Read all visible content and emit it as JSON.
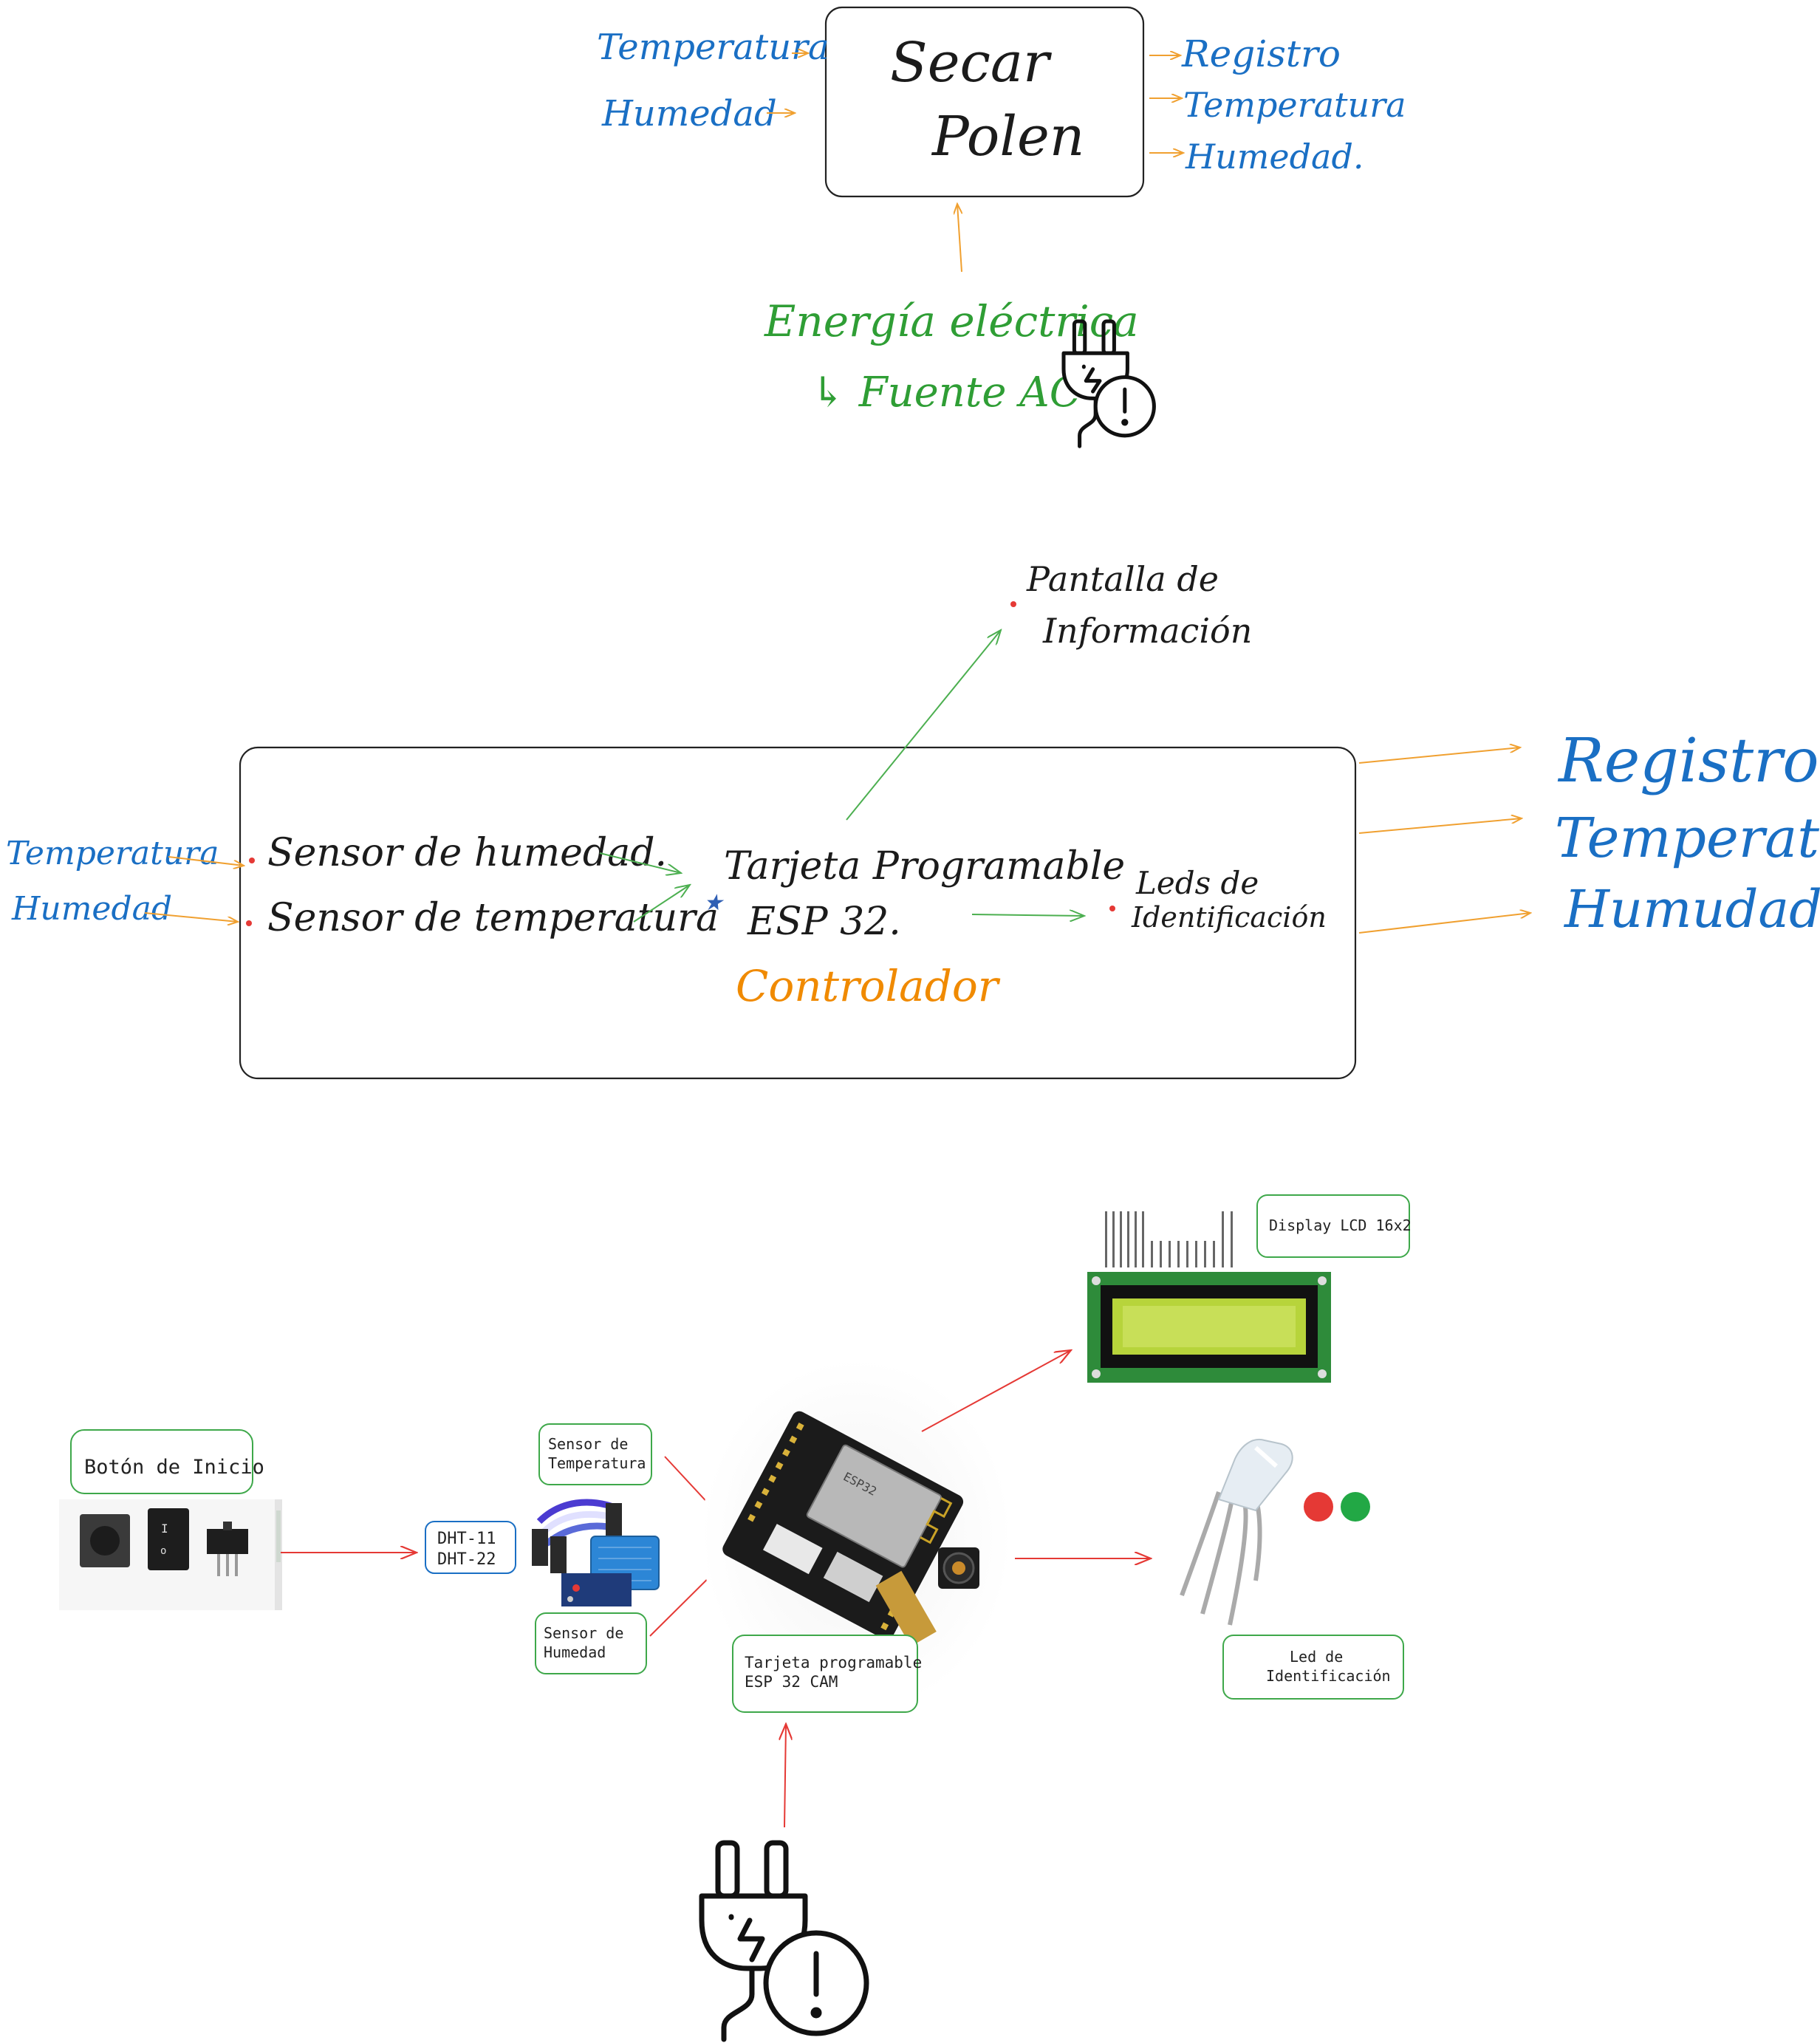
{
  "context": {
    "box_title_line1": "Secar",
    "box_title_line2": "Polen",
    "inputs": [
      "Temperatura",
      "Humedad"
    ],
    "outputs": [
      "Registro",
      "Temperatura",
      "Humedad."
    ],
    "energy_line1": "Energía eléctrica",
    "energy_line2": "↳ Fuente AC"
  },
  "block": {
    "inputs": [
      "Temperatura",
      "Humedad"
    ],
    "sensors": [
      "Sensor de humedad.",
      "Sensor de temperatura"
    ],
    "board_line1": "Tarjeta Programable",
    "board_line2": "ESP 32.",
    "controller": "Controlador",
    "display_line1": "Pantalla de",
    "display_line2": "Información",
    "leds_line1": "Leds de",
    "leds_line2": "Identificación",
    "outputs": [
      "Registro",
      "Temperatura",
      "Humudad."
    ]
  },
  "hardware": {
    "start_button": "Botón de Inicio",
    "dht_line1": "DHT-11",
    "dht_line2": "DHT-22",
    "temp_sensor_line1": "Sensor de",
    "temp_sensor_line2": "Temperatura",
    "hum_sensor_line1": "Sensor de",
    "hum_sensor_line2": "Humedad",
    "board_line1": "Tarjeta programable",
    "board_line2": "ESP 32 CAM",
    "lcd_label": "Display LCD 16x2",
    "led_line1": "Led de",
    "led_line2": "Identificación"
  },
  "colors": {
    "input_text": "#1a6fc4",
    "arrow_orange": "#f0a030",
    "arrow_green": "#4caf50",
    "arrow_red": "#e53935",
    "energy_text": "#2f9e35",
    "controller_text": "#f08a00",
    "label_border": "#3ea84a"
  }
}
